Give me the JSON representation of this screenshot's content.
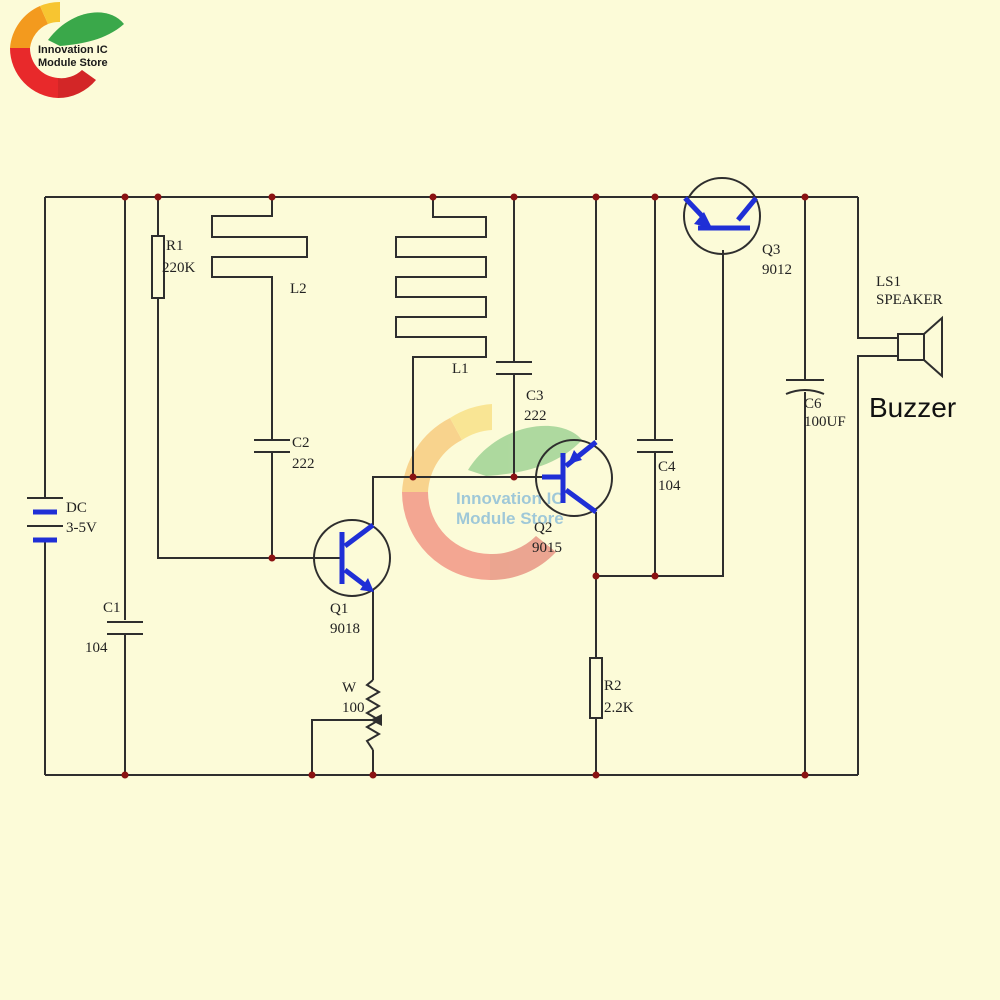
{
  "brand": {
    "logo_line1": "Innovation IC",
    "logo_line2": "Module Store",
    "colors": {
      "red": "#e8292b",
      "orange": "#f39a1e",
      "green": "#3aa84a",
      "wire": "#2e2e2e",
      "symbol": "#1f2fd6"
    }
  },
  "watermark": {
    "line1": "Innovation IC",
    "line2": "Module Store"
  },
  "components": {
    "r1": {
      "ref": "R1",
      "value": "220K"
    },
    "l2": {
      "ref": "L2"
    },
    "l1": {
      "ref": "L1"
    },
    "c3": {
      "ref": "C3",
      "value": "222"
    },
    "c2": {
      "ref": "C2",
      "value": "222"
    },
    "q3": {
      "ref": "Q3",
      "value": "9012"
    },
    "q2": {
      "ref": "Q2",
      "value": "9015"
    },
    "q1": {
      "ref": "Q1",
      "value": "9018"
    },
    "c4": {
      "ref": "C4",
      "value": "104"
    },
    "c6": {
      "ref": "C6",
      "value": "100UF"
    },
    "c1": {
      "ref": "C1",
      "value": "104"
    },
    "dc": {
      "ref": "DC",
      "value": "3-5V"
    },
    "w": {
      "ref": "W",
      "value": "100"
    },
    "r2": {
      "ref": "R2",
      "value": "2.2K"
    },
    "ls1": {
      "ref": "LS1",
      "value": "SPEAKER"
    }
  },
  "annotation": "Buzzer"
}
